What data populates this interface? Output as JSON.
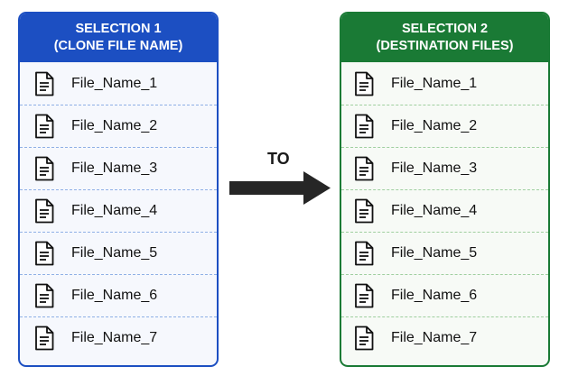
{
  "source_panel": {
    "title_line1": "SELECTION 1",
    "title_line2": "(CLONE FILE NAME)",
    "files": [
      "File_Name_1",
      "File_Name_2",
      "File_Name_3",
      "File_Name_4",
      "File_Name_5",
      "File_Name_6",
      "File_Name_7"
    ],
    "accent_color": "#1c4fc2"
  },
  "connector": {
    "label": "TO",
    "icon": "right-arrow-icon"
  },
  "destination_panel": {
    "title_line1": "SELECTION 2",
    "title_line2": "(DESTINATION FILES)",
    "files": [
      "File_Name_1",
      "File_Name_2",
      "File_Name_3",
      "File_Name_4",
      "File_Name_5",
      "File_Name_6",
      "File_Name_7"
    ],
    "accent_color": "#1a7a35"
  },
  "file_icon": "document-icon"
}
